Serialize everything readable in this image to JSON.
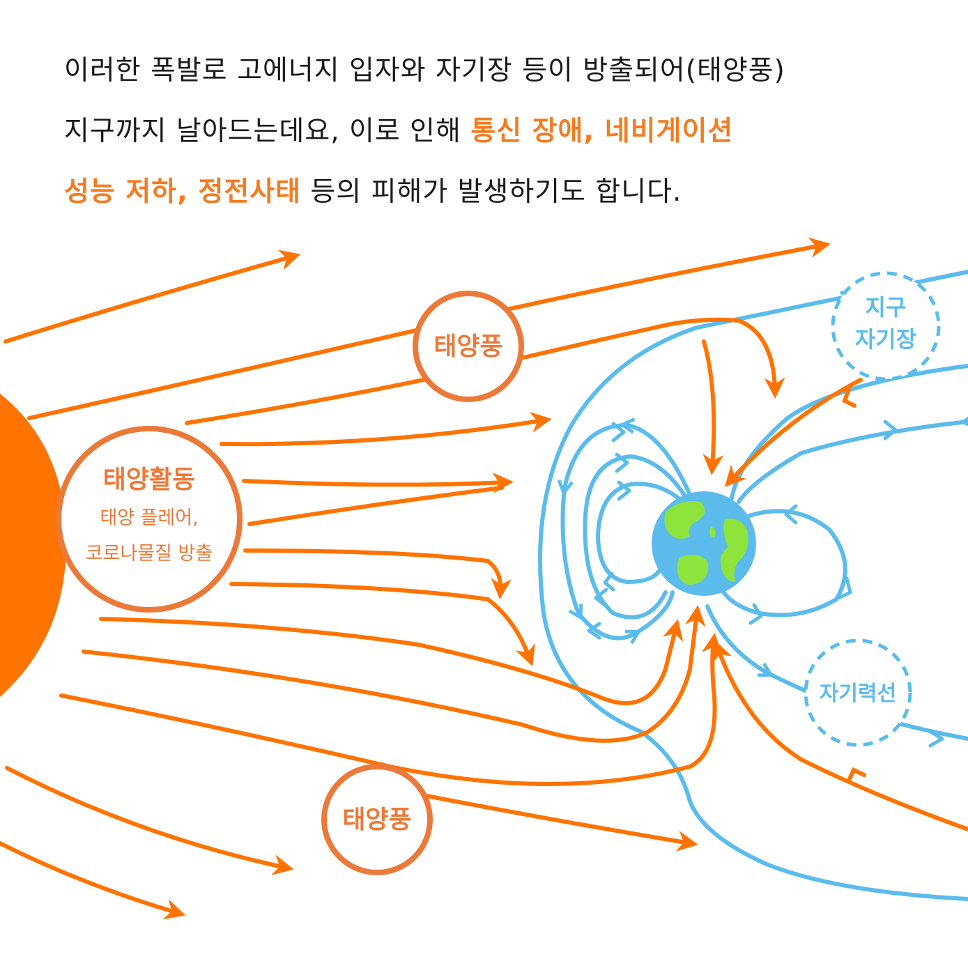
{
  "caption": {
    "line1": "이러한 폭발로 고에너지 입자와 자기장 등이 방출되어(태양풍)",
    "line2_a": "지구까지 날아드는데요, 이로 인해 ",
    "line2_hl": "통신 장애, 네비게이션",
    "line3_hl": "성능 저하, 정전사태",
    "line3_b": " 등의 피해가 발생하기도 합니다."
  },
  "labels": {
    "solar_activity_title": "태양활동",
    "solar_activity_line1": "태양 플레어,",
    "solar_activity_line2": "코로나물질 방출",
    "solar_wind_top": "태양풍",
    "solar_wind_bottom": "태양풍",
    "earth_field_line1": "지구",
    "earth_field_line2": "자기장",
    "field_lines": "자기력선"
  },
  "colors": {
    "orange": "#ff7300",
    "bubble_orange": "#eb7a3a",
    "blue": "#5bbcec",
    "earth_ocean": "#5bbcec",
    "earth_land": "#8ee43c",
    "text": "#1a1a1a"
  }
}
